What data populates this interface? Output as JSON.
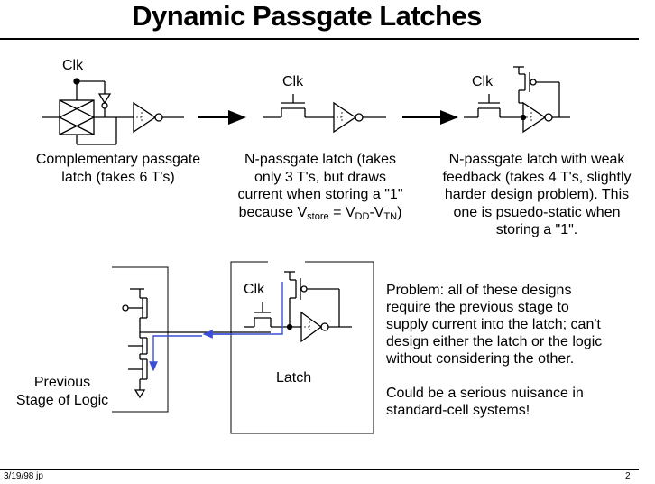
{
  "slide": {
    "title": "Dynamic Passgate Latches",
    "footer_left": "3/19/98 jp",
    "page_number": "2"
  },
  "diagrams": {
    "clk_label": "Clk",
    "complementary": {
      "caption_1": "Complementary passgate",
      "caption_2": "latch (takes 6 T's)"
    },
    "n_passgate": {
      "caption_1": "N-passgate latch (takes",
      "caption_2": "only 3 T's, but draws",
      "caption_3": "current when storing a \"1\"",
      "caption_4_pre": "because V",
      "caption_4_sub1": "store",
      "caption_4_mid": " = V",
      "caption_4_sub2": "DD",
      "caption_4_dash": "-V",
      "caption_4_sub3": "TN",
      "caption_4_post": ")"
    },
    "weak_feedback": {
      "caption_1": "N-passgate latch with weak",
      "caption_2": "feedback (takes 4 T's, slightly",
      "caption_3": "harder design problem).  This",
      "caption_4": "one is psuedo-static when",
      "caption_5": "storing a \"1\"."
    },
    "bottom": {
      "clk": "Clk",
      "previous_1": "Previous",
      "previous_2": "Stage of Logic",
      "latch": "Latch"
    }
  },
  "problem": {
    "line_1": "Problem:  all of these designs",
    "line_2": "require the previous stage to",
    "line_3": "supply current into the latch; can't",
    "line_4": "design either the latch or the logic",
    "line_5": "without considering the other.",
    "line_6": "Could be a serious nuisance in",
    "line_7": "standard-cell systems!"
  },
  "colors": {
    "current_path": "#3a4fd8",
    "ink": "#000000"
  }
}
